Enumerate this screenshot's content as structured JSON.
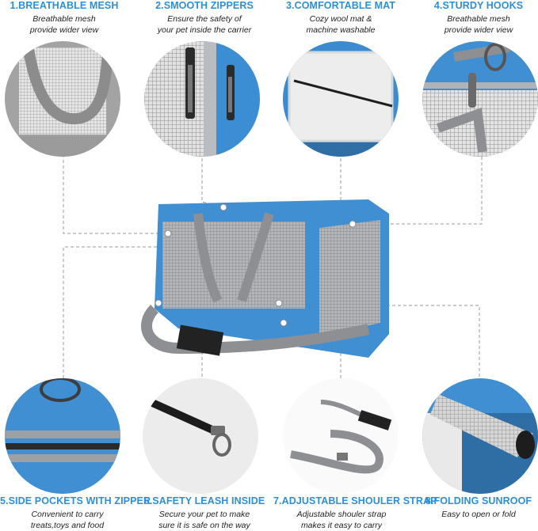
{
  "features": [
    {
      "title": "1.BREATHABLE MESH",
      "desc": [
        "Breathable mesh",
        "provide wider view"
      ]
    },
    {
      "title": "2.SMOOTH ZIPPERS",
      "desc": [
        "Ensure the safety of",
        "your pet inside the carrier"
      ]
    },
    {
      "title": "3.COMFORTABLE MAT",
      "desc": [
        "Cozy wool mat &",
        "machine washable"
      ]
    },
    {
      "title": "4.STURDY HOOKS",
      "desc": [
        "Breathable mesh",
        "provide wider view"
      ]
    },
    {
      "title": "5.SIDE POCKETS WITH ZIPPER",
      "desc": [
        "Convenient to carry",
        "treats,toys and food"
      ]
    },
    {
      "title": "6.SAFETY LEASH INSIDE",
      "desc": [
        "Secure your pet to make",
        "sure it is safe on the way"
      ]
    },
    {
      "title": "7.ADJUSTABLE SHOULER STRAP",
      "desc": [
        "Adjustable shouler strap",
        "makes it easy to carry"
      ]
    },
    {
      "title": "8.FOLDING SUNROOF",
      "desc": [
        "Easy to open or fold"
      ]
    }
  ],
  "colors": {
    "accent": "#2e8fd6",
    "fabric_blue": "#3f8fd2",
    "mesh_grey": "#9a9da1",
    "strap_grey": "#8d8f92"
  }
}
